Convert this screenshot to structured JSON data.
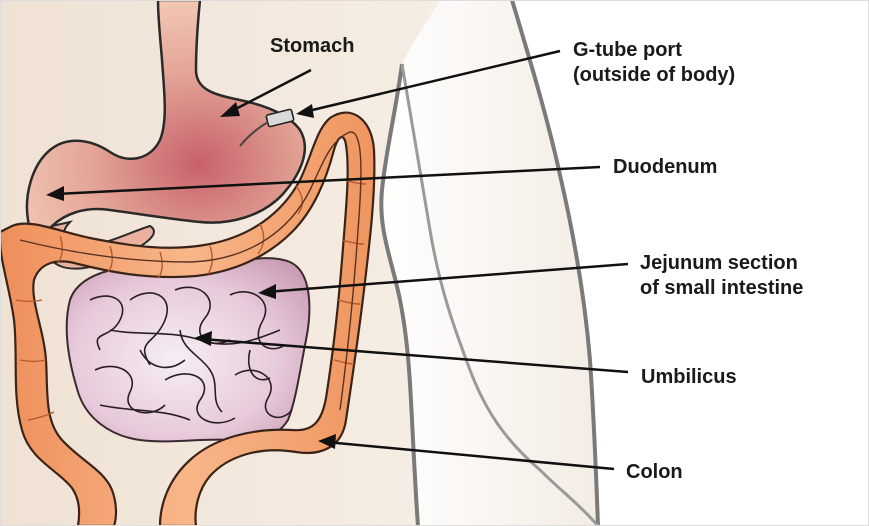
{
  "labels": {
    "stomach": "Stomach",
    "gtube_line1": "G-tube port",
    "gtube_line2": "(outside of body)",
    "duodenum": "Duodenum",
    "jejunum_line1": "Jejunum section",
    "jejunum_line2": "of small intestine",
    "umbilicus": "Umbilicus",
    "colon": "Colon"
  },
  "colors": {
    "background": "#ffffff",
    "skin": "#f3e9de",
    "stomach": "#e8aa98",
    "colon": "#f3a36f",
    "small_intestine": "#e6c8d6",
    "outline": "#6d6d6d",
    "leader_line": "#111111"
  }
}
